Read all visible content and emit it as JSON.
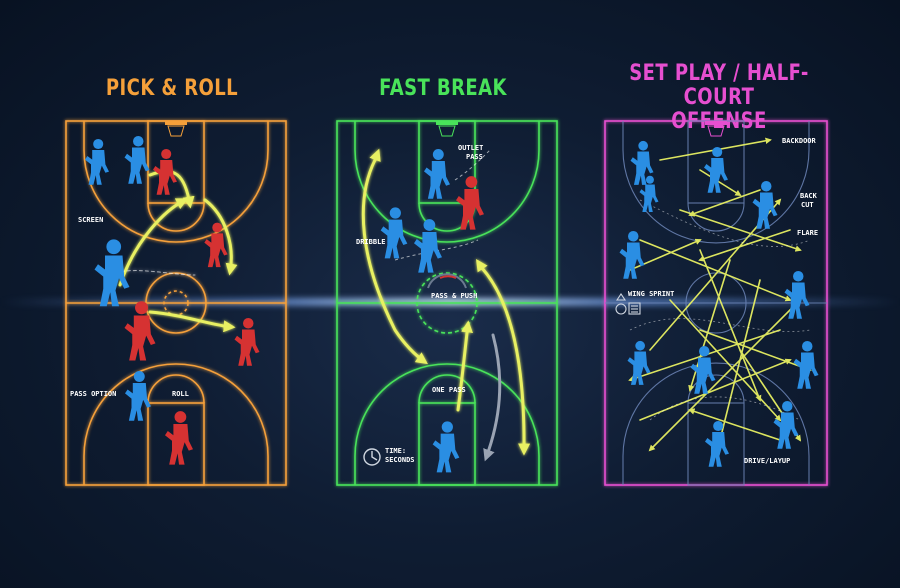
{
  "panels": {
    "pick_roll": {
      "title": "PICK & ROLL",
      "color": "#f5a03a",
      "labels": {
        "screen": "SCREEN",
        "pass_option": "PASS OPTION",
        "roll": "ROLL"
      }
    },
    "fast_break": {
      "title": "FAST BREAK",
      "color": "#49e35a",
      "labels": {
        "outlet_pass": "OUTLET\nPASS",
        "dribble": "DRIBBLE",
        "pass_push": "PASS & PUSH",
        "one_pass": "ONE PASS",
        "time": "TIME:\nSECONDS"
      }
    },
    "set_play": {
      "title_line1": "SET PLAY / HALF-COURT",
      "title_line2": "OFFENSE",
      "color": "#e64fd0",
      "labels": {
        "backdoor": "BACKDOOR",
        "back_cut": "BACK\nCUT",
        "flare": "FLARE",
        "wing_sprint": "WING SPRINT",
        "drive_layup": "DRIVE/LAYUP"
      }
    }
  },
  "colors": {
    "offense": "#2a8ee3",
    "defense": "#d63232",
    "arrow": "#e8f062",
    "arrow_dim": "#9aa3b3"
  }
}
